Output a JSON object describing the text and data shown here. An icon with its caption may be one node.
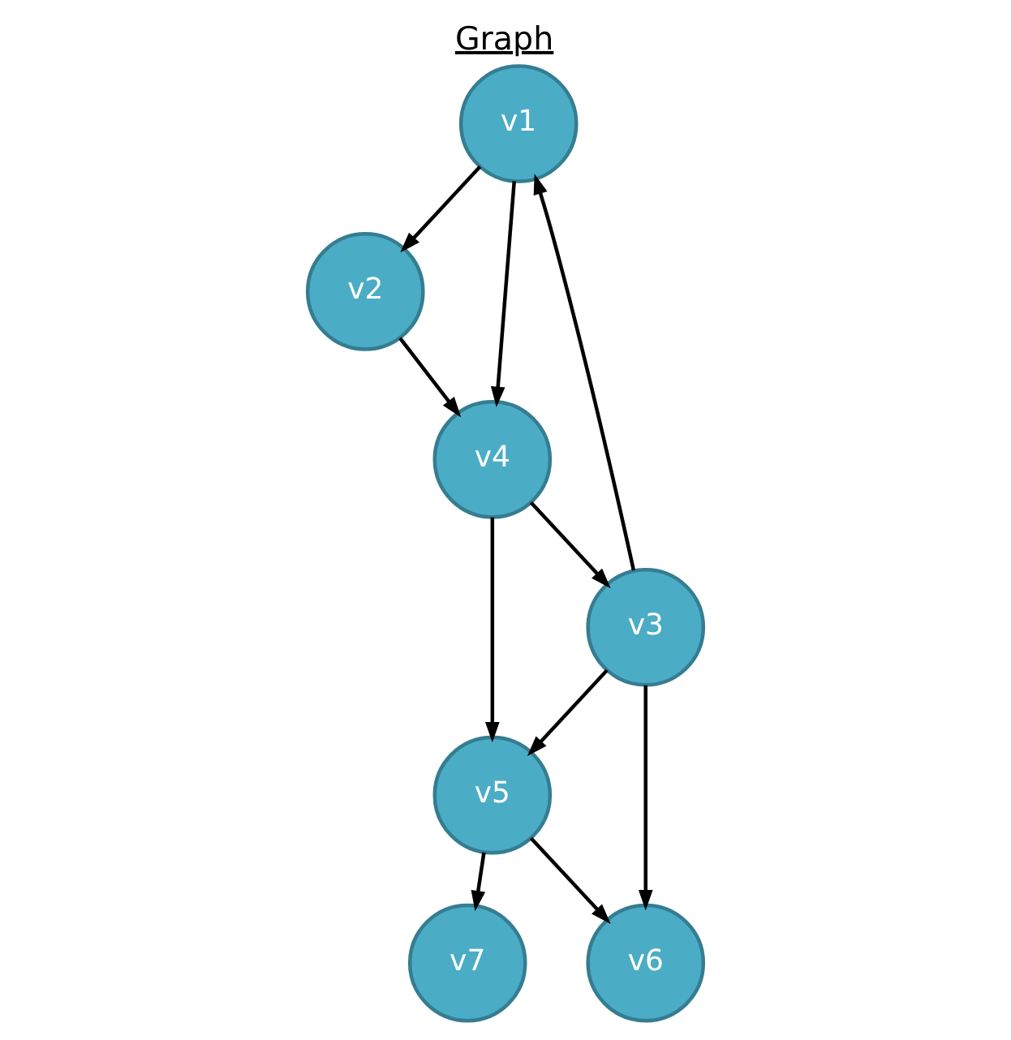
{
  "diagram": {
    "title": "Graph",
    "nodes": [
      {
        "text": [
          "v1"
        ]
      },
      {
        "text": [
          "v2"
        ]
      },
      {
        "text": [
          "v3"
        ]
      },
      {
        "text": [
          "v4"
        ]
      },
      {
        "text": [
          "v5"
        ]
      },
      {
        "text": [
          "v6"
        ]
      },
      {
        "text": [
          "v7"
        ]
      }
    ],
    "edges": [
      {
        "from": 0,
        "to": 1,
        "arrow": "to"
      },
      {
        "from": 0,
        "to": 3,
        "arrow": "to"
      },
      {
        "from": 1,
        "to": 3,
        "arrow": "to"
      },
      {
        "from": 2,
        "to": 0,
        "arrow": "to"
      },
      {
        "from": 3,
        "to": 2,
        "arrow": "to"
      },
      {
        "from": 2,
        "to": 4,
        "arrow": "to"
      },
      {
        "from": 2,
        "to": 5,
        "arrow": "to"
      },
      {
        "from": 3,
        "to": 4,
        "arrow": "to"
      },
      {
        "from": 4,
        "to": 5,
        "arrow": "to"
      },
      {
        "from": 4,
        "to": 6,
        "arrow": "to"
      }
    ]
  }
}
